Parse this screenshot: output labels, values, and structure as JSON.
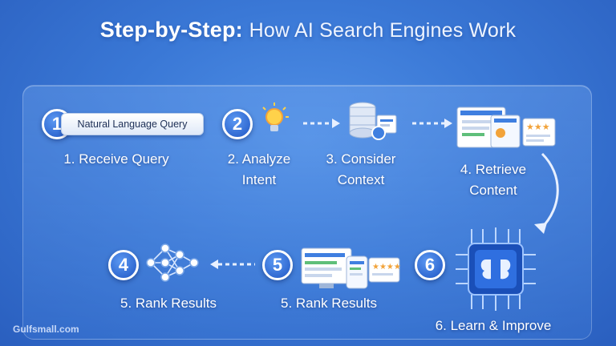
{
  "title": {
    "lead": "Step-by-Step:",
    "rest": "How AI Search Engines Work"
  },
  "query_box": "Natural Language Query",
  "steps": [
    {
      "badge": "1",
      "label": "1. Receive Query"
    },
    {
      "badge": "2",
      "label_line1": "2. Analyze",
      "label_line2": "Intent"
    },
    {
      "label_line1": "3. Consider",
      "label_line2": "Context"
    },
    {
      "label_line1": "4. Retrieve",
      "label_line2": "Content"
    },
    {
      "badge": "5",
      "label": "5. Rank Results"
    },
    {
      "badge": "6",
      "label": "6. Learn & Improve"
    },
    {
      "badge": "4",
      "label": "5. Rank Results"
    }
  ],
  "watermark": "Gulfsmall.com",
  "colors": {
    "background": "#3a78d6",
    "badge": "#1f56c4",
    "accent_star": "#f2a33a"
  }
}
